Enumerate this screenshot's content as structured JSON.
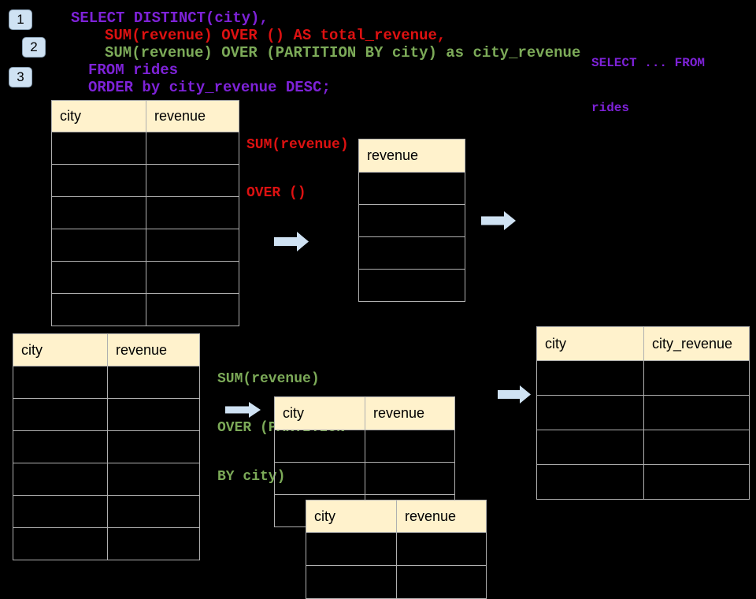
{
  "colors": {
    "background": "#000000",
    "sql_purple": "#7e22d8",
    "sql_red": "#dd1111",
    "sql_green": "#7caa58",
    "table_header_fill": "#fff2cc",
    "table_border": "#b0b0b0",
    "badge_fill": "#cfe2f3",
    "arrow_fill": "#cfe2f3"
  },
  "badges": [
    {
      "label": "1"
    },
    {
      "label": "2"
    },
    {
      "label": "3"
    }
  ],
  "sql_code": {
    "lines": [
      {
        "text": "SELECT DISTINCT(city),",
        "color": "purple"
      },
      {
        "text": "SUM(revenue) OVER () AS total_revenue,",
        "color": "red"
      },
      {
        "text": "SUM(revenue) OVER (PARTITION BY city) as city_revenue",
        "color": "green"
      },
      {
        "text": "FROM rides",
        "color": "purple"
      },
      {
        "text": "ORDER by city_revenue DESC;",
        "color": "purple"
      }
    ]
  },
  "side_note": {
    "line1": "SELECT ... FROM",
    "line2": "rides"
  },
  "labels": {
    "total": [
      "SUM(revenue)",
      "OVER ()"
    ],
    "partition": [
      "SUM(revenue)",
      "OVER (PARTITION",
      "BY city)"
    ]
  },
  "tables": {
    "source_top": {
      "headers": [
        "city",
        "revenue"
      ],
      "row_count": 6
    },
    "total_result": {
      "headers": [
        "revenue"
      ],
      "row_count": 4
    },
    "source_bottom": {
      "headers": [
        "city",
        "revenue"
      ],
      "row_count": 6
    },
    "partition_group1": {
      "headers": [
        "city",
        "revenue"
      ],
      "row_count": 3
    },
    "partition_group2": {
      "headers": [
        "city",
        "revenue"
      ],
      "row_count": 2
    },
    "partition_result": {
      "headers": [
        "city",
        "city_revenue"
      ],
      "row_count": 4
    }
  },
  "icons": {
    "arrow": "right-block-arrow"
  }
}
